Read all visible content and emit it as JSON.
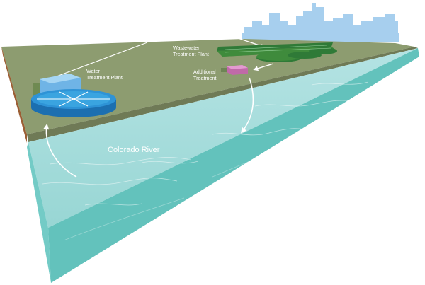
{
  "labels": {
    "water_plant_line1": "Water",
    "water_plant_line2": "Treatment Plant",
    "wastewater_plant_line1": "Wastewater",
    "wastewater_plant_line2": "Treatment Plant",
    "additional_line1": "Additional",
    "additional_line2": "Treatment",
    "river": "Colorado River"
  },
  "colors": {
    "land": "#8d9c70",
    "land_edge": "#6f7a56",
    "soil": "#9b5e34",
    "river_surface": "#a9dede",
    "river_front": "#73cbc6",
    "river_side": "#5fbdb7",
    "skyline": "#a7cfee",
    "water_plant": "#2e93d6",
    "wastewater_beds": "#2f7a37",
    "additional_treatment": "#d97fc0",
    "arrows": "#ffffff"
  }
}
